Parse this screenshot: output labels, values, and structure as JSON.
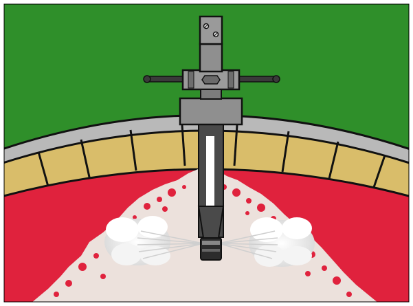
{
  "scene": {
    "colors": {
      "background": "#2f8f2a",
      "frame": "#000000",
      "steel_shell": "#b9b9b9",
      "brick": "#d9bd6a",
      "brick_outline": "#1a1a1a",
      "refractory_buildup": "#e0223d",
      "cleaned_surface": "#ece1dc",
      "tool_body": "#8f8f8f",
      "tool_dark": "#3a3a3a",
      "lance_tube": "#4a4a4a",
      "lance_highlight": "#ffffff",
      "spray": "#f1f1f1",
      "nozzle": "#2c2c2c"
    },
    "parts": [
      "background",
      "steel-shell",
      "brick-lining",
      "refractory-buildup",
      "cleaned-area",
      "handle-bar",
      "mount-block",
      "upper-housing",
      "valve-head",
      "lance",
      "nozzle",
      "spray-left",
      "spray-right"
    ]
  }
}
